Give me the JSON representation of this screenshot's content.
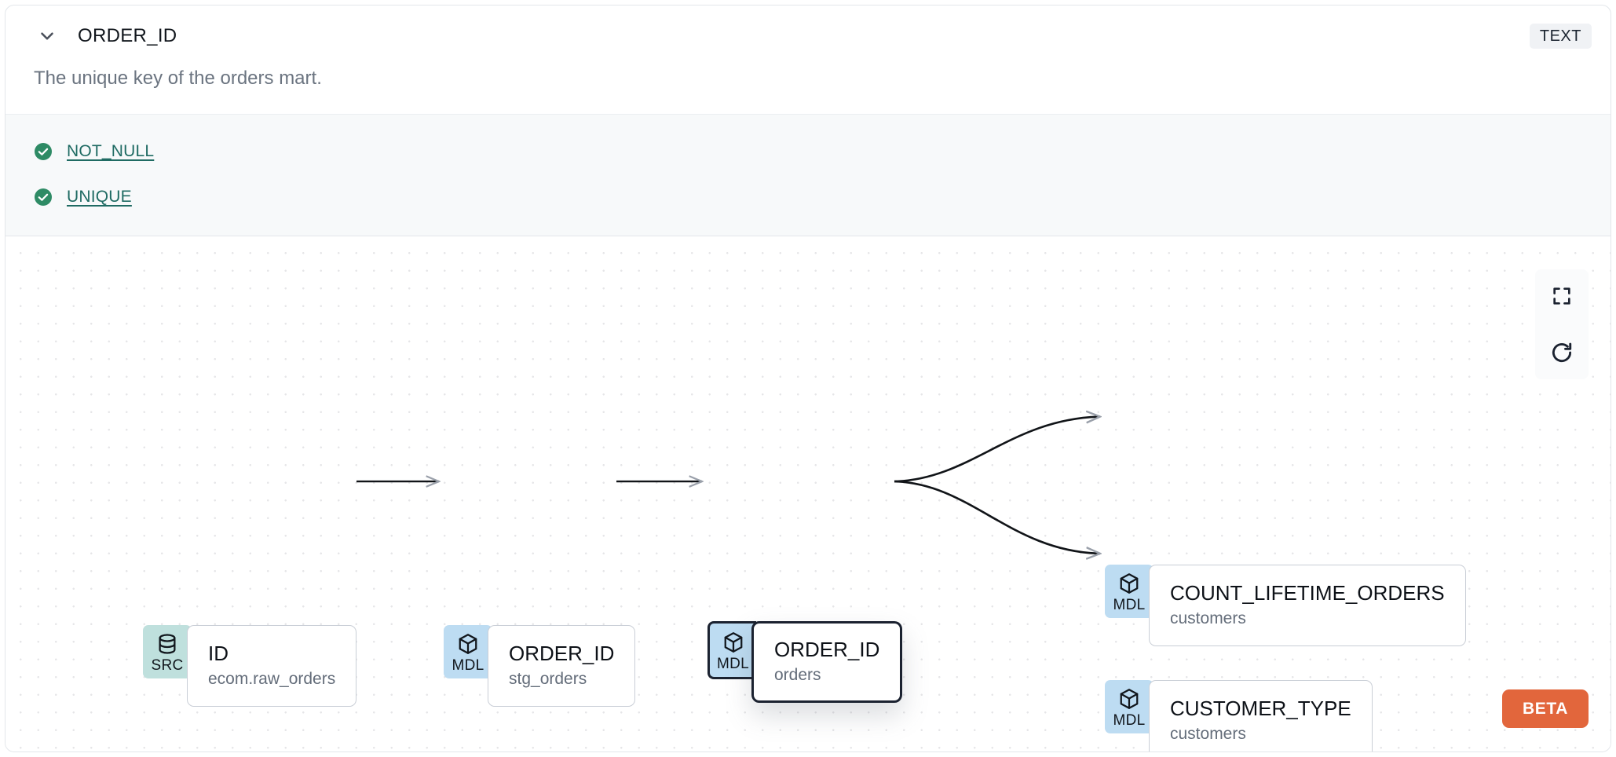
{
  "header": {
    "collapse_icon": "chevron-down-icon",
    "column_name": "ORDER_ID",
    "data_type_badge": "TEXT"
  },
  "description": "The unique key of the orders mart.",
  "tests": {
    "items": [
      {
        "status_icon": "check-circle-icon",
        "label": "NOT_NULL",
        "status": "pass"
      },
      {
        "status_icon": "check-circle-icon",
        "label": "UNIQUE",
        "status": "pass"
      }
    ]
  },
  "lineage": {
    "nodes": [
      {
        "id": "src-id",
        "badge_type": "SRC",
        "badge_icon": "database-icon",
        "name": "ID",
        "source": "ecom.raw_orders",
        "selected": false
      },
      {
        "id": "mdl-stg-orders",
        "badge_type": "MDL",
        "badge_icon": "cube-icon",
        "name": "ORDER_ID",
        "source": "stg_orders",
        "selected": false
      },
      {
        "id": "mdl-orders",
        "badge_type": "MDL",
        "badge_icon": "cube-icon",
        "name": "ORDER_ID",
        "source": "orders",
        "selected": true
      },
      {
        "id": "mdl-count-lifetime-orders",
        "badge_type": "MDL",
        "badge_icon": "cube-icon",
        "name": "COUNT_LIFETIME_ORDERS",
        "source": "customers",
        "selected": false
      },
      {
        "id": "mdl-customer-type",
        "badge_type": "MDL",
        "badge_icon": "cube-icon",
        "name": "CUSTOMER_TYPE",
        "source": "customers",
        "selected": false
      }
    ],
    "controls": [
      {
        "name": "fit-view-button",
        "icon": "fullscreen-icon"
      },
      {
        "name": "refresh-button",
        "icon": "refresh-icon"
      }
    ],
    "beta_label": "BETA"
  },
  "colors": {
    "src_badge": "#bfe0dd",
    "mdl_badge": "#bddcf2",
    "test_pass": "#2e8b65",
    "test_link": "#1f6b63",
    "beta": "#e2663c",
    "selected_border": "#1b2230"
  }
}
